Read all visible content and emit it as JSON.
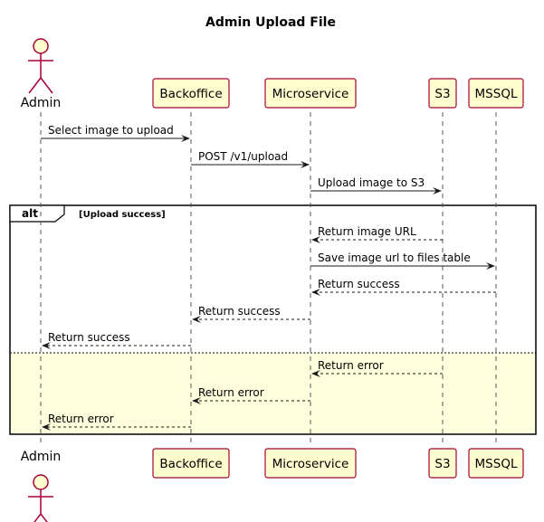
{
  "diagram": {
    "title": "Admin Upload File",
    "participants": [
      {
        "id": "admin",
        "label": "Admin",
        "kind": "actor"
      },
      {
        "id": "backoffice",
        "label": "Backoffice",
        "kind": "participant"
      },
      {
        "id": "microservice",
        "label": "Microservice",
        "kind": "participant"
      },
      {
        "id": "s3",
        "label": "S3",
        "kind": "participant"
      },
      {
        "id": "mssql",
        "label": "MSSQL",
        "kind": "participant"
      }
    ],
    "messages": [
      {
        "from": "admin",
        "to": "backoffice",
        "label": "Select image to upload",
        "style": "solid"
      },
      {
        "from": "backoffice",
        "to": "microservice",
        "label": "POST /v1/upload",
        "style": "solid"
      },
      {
        "from": "microservice",
        "to": "s3",
        "label": "Upload image to S3",
        "style": "solid"
      },
      {
        "from": "s3",
        "to": "microservice",
        "label": "Return image URL",
        "style": "dashed"
      },
      {
        "from": "microservice",
        "to": "mssql",
        "label": "Save image url to files table",
        "style": "solid"
      },
      {
        "from": "mssql",
        "to": "microservice",
        "label": "Return success",
        "style": "dashed"
      },
      {
        "from": "microservice",
        "to": "backoffice",
        "label": "Return success",
        "style": "dashed"
      },
      {
        "from": "backoffice",
        "to": "admin",
        "label": "Return success",
        "style": "dashed"
      },
      {
        "from": "s3",
        "to": "microservice",
        "label": "Return error",
        "style": "dashed"
      },
      {
        "from": "microservice",
        "to": "backoffice",
        "label": "Return error",
        "style": "dashed"
      },
      {
        "from": "backoffice",
        "to": "admin",
        "label": "Return error",
        "style": "dashed"
      }
    ],
    "alt_frame": {
      "keyword": "alt",
      "condition": "[Upload success]",
      "else_fill": "#ffffdd"
    },
    "colors": {
      "participant_fill": "#fefece",
      "participant_border": "#a80036",
      "arrow": "#181818"
    }
  }
}
